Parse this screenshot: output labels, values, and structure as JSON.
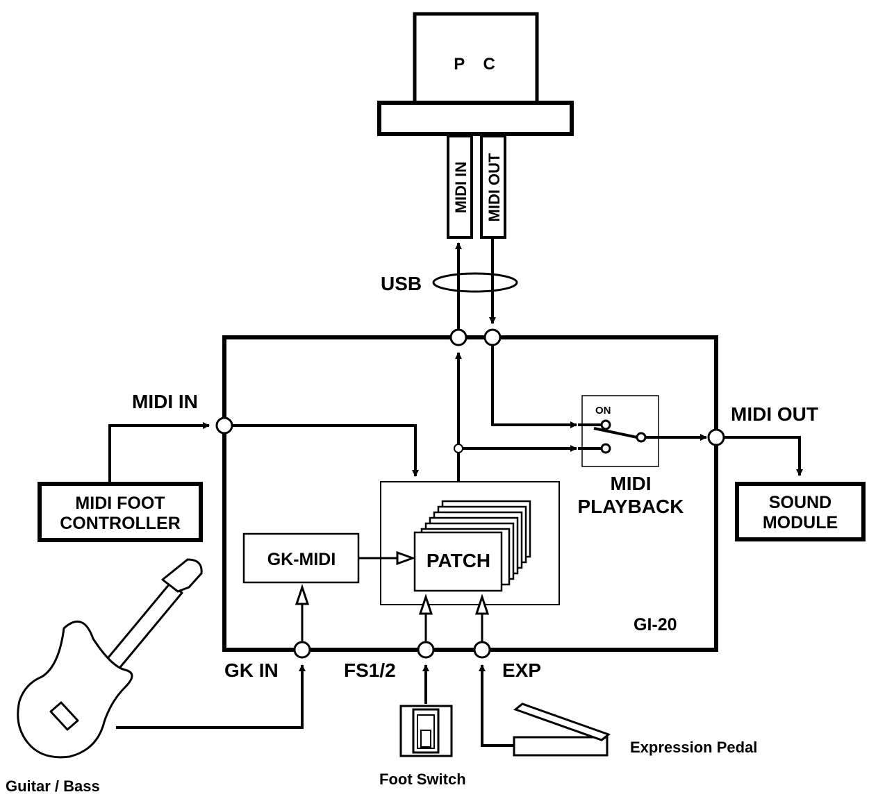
{
  "pc": {
    "label": "P C"
  },
  "usb": {
    "label": "USB",
    "midi_in": "MIDI IN",
    "midi_out": "MIDI OUT"
  },
  "device": {
    "label": "GI-20"
  },
  "ports": {
    "midi_in": "MIDI IN",
    "midi_out": "MIDI OUT",
    "gk_in": "GK IN",
    "fs": "FS1/2",
    "exp": "EXP"
  },
  "blocks": {
    "gk_midi": "GK-MIDI",
    "patch": "PATCH",
    "switch_on": "ON",
    "playback_line1": "MIDI",
    "playback_line2": "PLAYBACK"
  },
  "external": {
    "foot_controller_line1": "MIDI FOOT",
    "foot_controller_line2": "CONTROLLER",
    "sound_module_line1": "SOUND",
    "sound_module_line2": "MODULE",
    "guitar": "Guitar / Bass",
    "foot_switch": "Foot Switch",
    "expression_pedal": "Expression Pedal"
  }
}
